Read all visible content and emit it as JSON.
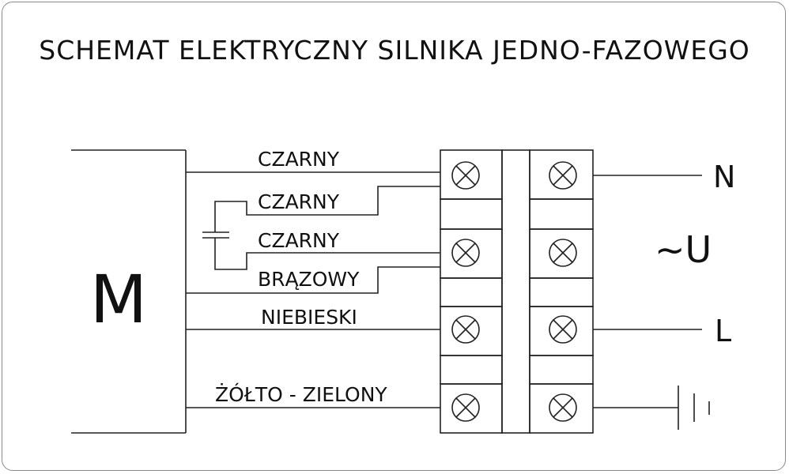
{
  "title": "SCHEMAT ELEKTRYCZNY SILNIKA JEDNO-FAZOWEGO",
  "motor": {
    "label": "M"
  },
  "wires": [
    {
      "label": "CZARNY"
    },
    {
      "label": "CZARNY"
    },
    {
      "label": "CZARNY"
    },
    {
      "label": "BRĄZOWY"
    },
    {
      "label": "NIEBIESKI"
    },
    {
      "label": "ŻÓŁTO - ZIELONY"
    }
  ],
  "supply": {
    "neutral": "N",
    "phase": "L",
    "ac_symbol": "~U",
    "ground_icon": "ground-icon"
  },
  "terminal_icon": "terminal-screw-icon",
  "capacitor_icon": "capacitor-icon"
}
